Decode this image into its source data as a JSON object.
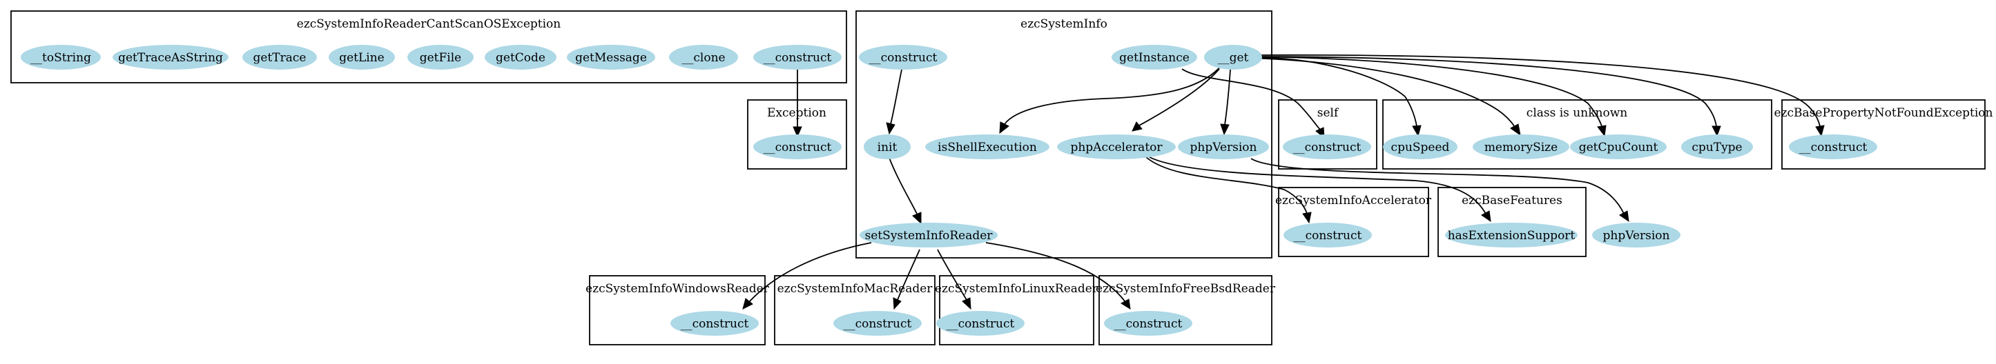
{
  "clusters": {
    "c_scanos": "ezcSystemInfoReaderCantScanOSException",
    "c_exception": "Exception",
    "c_sysinfo": "ezcSystemInfo",
    "c_self": "self",
    "c_unknown": "class is unknown",
    "c_propnotfound": "ezcBasePropertyNotFoundException",
    "c_accel": "ezcSystemInfoAccelerator",
    "c_basefeat": "ezcBaseFeatures",
    "c_win": "ezcSystemInfoWindowsReader",
    "c_mac": "ezcSystemInfoMacReader",
    "c_linux": "ezcSystemInfoLinuxReader",
    "c_freebsd": "ezcSystemInfoFreeBsdReader"
  },
  "nodes": {
    "n_tostring": "__toString",
    "n_gettraceasstring": "getTraceAsString",
    "n_gettrace": "getTrace",
    "n_getline": "getLine",
    "n_getfile": "getFile",
    "n_getcode": "getCode",
    "n_getmessage": "getMessage",
    "n_clone": "__clone",
    "n_scan_construct": "__construct",
    "n_exc_construct": "__construct",
    "n_si_construct": "__construct",
    "n_getinstance": "getInstance",
    "n_get": "__get",
    "n_init": "init",
    "n_isshell": "isShellExecution",
    "n_phpaccel": "phpAccelerator",
    "n_phpversion_si": "phpVersion",
    "n_setreader": "setSystemInfoReader",
    "n_self_construct": "__construct",
    "n_cpuspeed": "cpuSpeed",
    "n_memorysize": "memorySize",
    "n_getcpucount": "getCpuCount",
    "n_cputype": "cpuType",
    "n_pnf_construct": "__construct",
    "n_accel_construct": "__construct",
    "n_hasext": "hasExtensionSupport",
    "n_phpversion_free": "phpVersion",
    "n_win_construct": "__construct",
    "n_mac_construct": "__construct",
    "n_linux_construct": "__construct",
    "n_freebsd_construct": "__construct"
  },
  "edges": [
    {
      "from": "n_scan_construct",
      "to": "n_exc_construct"
    },
    {
      "from": "n_si_construct",
      "to": "n_init"
    },
    {
      "from": "n_init",
      "to": "n_setreader"
    },
    {
      "from": "n_getinstance",
      "to": "n_self_construct"
    },
    {
      "from": "n_get",
      "to": "n_isshell"
    },
    {
      "from": "n_get",
      "to": "n_phpaccel"
    },
    {
      "from": "n_get",
      "to": "n_phpversion_si"
    },
    {
      "from": "n_get",
      "to": "n_cpuspeed"
    },
    {
      "from": "n_get",
      "to": "n_memorysize"
    },
    {
      "from": "n_get",
      "to": "n_getcpucount"
    },
    {
      "from": "n_get",
      "to": "n_cputype"
    },
    {
      "from": "n_get",
      "to": "n_pnf_construct"
    },
    {
      "from": "n_phpaccel",
      "to": "n_accel_construct"
    },
    {
      "from": "n_phpaccel",
      "to": "n_hasext"
    },
    {
      "from": "n_phpversion_si",
      "to": "n_phpversion_free"
    },
    {
      "from": "n_setreader",
      "to": "n_win_construct"
    },
    {
      "from": "n_setreader",
      "to": "n_mac_construct"
    },
    {
      "from": "n_setreader",
      "to": "n_linux_construct"
    },
    {
      "from": "n_setreader",
      "to": "n_freebsd_construct"
    }
  ]
}
